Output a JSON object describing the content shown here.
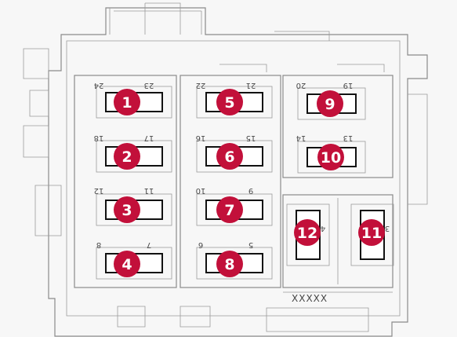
{
  "colors": {
    "badge": "#c2103a",
    "outline": "#8a8a8a",
    "fuse_outline": "#111111",
    "background": "#f7f7f7"
  },
  "label_code": "XXXXX",
  "fuses": [
    {
      "id": "1",
      "pins": [
        "24",
        "23"
      ]
    },
    {
      "id": "2",
      "pins": [
        "18",
        "17"
      ]
    },
    {
      "id": "3",
      "pins": [
        "12",
        "11"
      ]
    },
    {
      "id": "4",
      "pins": [
        "8",
        "7"
      ]
    },
    {
      "id": "5",
      "pins": [
        "22",
        "21"
      ]
    },
    {
      "id": "6",
      "pins": [
        "16",
        "15"
      ]
    },
    {
      "id": "7",
      "pins": [
        "10",
        "9"
      ]
    },
    {
      "id": "8",
      "pins": [
        "6",
        "5"
      ]
    },
    {
      "id": "9",
      "pins": [
        "20",
        "19"
      ]
    },
    {
      "id": "10",
      "pins": [
        "14",
        "13"
      ]
    },
    {
      "id": "12",
      "pins": [
        "4"
      ]
    },
    {
      "id": "11",
      "pins": [
        "3"
      ]
    }
  ]
}
